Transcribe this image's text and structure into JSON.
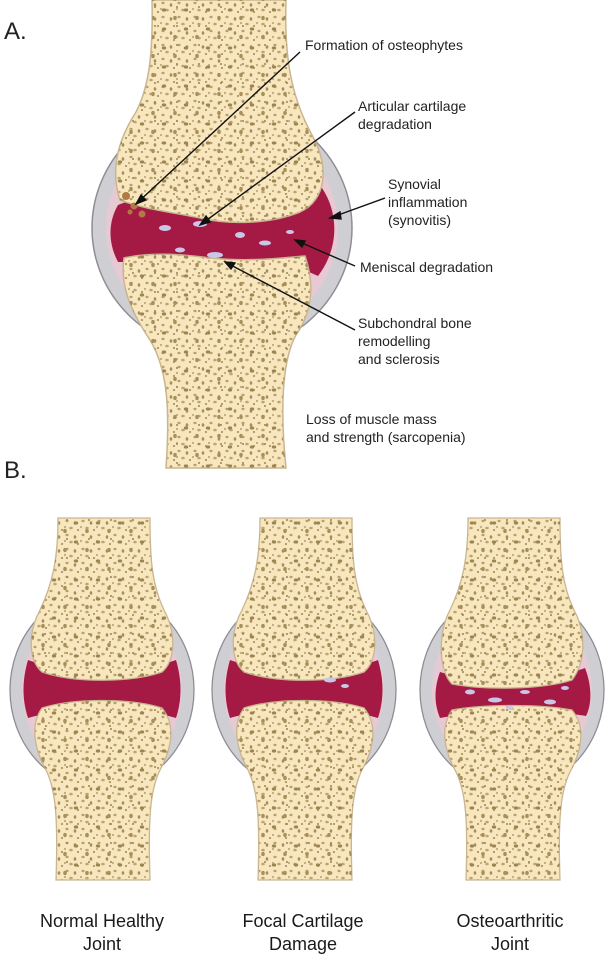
{
  "panel_a": {
    "letter": "A.",
    "labels": {
      "osteophytes": "Formation of osteophytes",
      "cartilage": "Articular cartilage\ndegradation",
      "synovitis": "Synovial\ninflammation\n(synovitis)",
      "meniscal": "Meniscal degradation",
      "subchondral": "Subchondral bone\nremodelling\nand sclerosis",
      "sarcopenia": "Loss of muscle mass\nand strength (sarcopenia)"
    }
  },
  "panel_b": {
    "letter": "B.",
    "captions": [
      "Normal  Healthy\nJoint",
      "Focal Cartilage\nDamage",
      "Osteoarthritic\nJoint"
    ]
  },
  "colors": {
    "bone": "#f8e6bf",
    "bone_outline": "#c9b690",
    "pores": "#b8a06a",
    "capsule": "#cfcfd3",
    "capsule_outline": "#8d8d94",
    "synovium": "#e7c9d4",
    "joint_space": "#a51a45",
    "cartilage_defect": "#c9c6e8"
  }
}
